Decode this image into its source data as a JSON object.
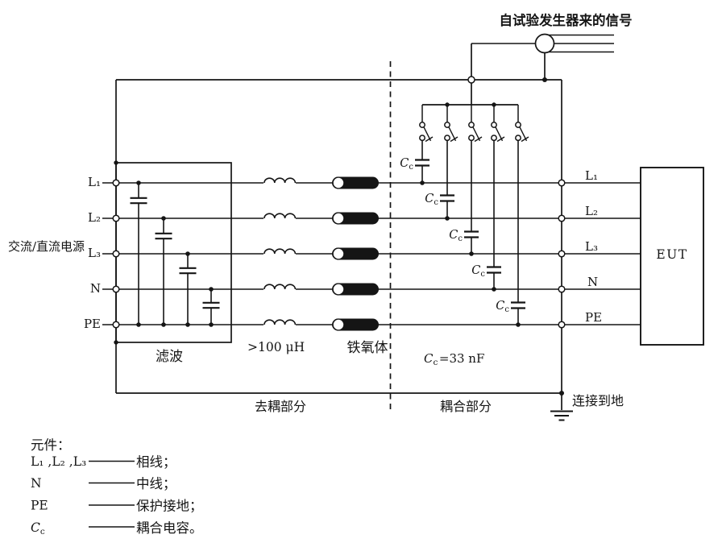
{
  "diagram": {
    "title": "自试验发生器来的信号",
    "source_label": "交流/直流电源",
    "line_labels": [
      "L₁",
      "L₂",
      "L₃",
      "N",
      "PE"
    ],
    "filter_label": "滤波",
    "inductance_label": ">100 μH",
    "ferrite_label": "铁氧体",
    "cc_symbol": {
      "base": "C",
      "sub": "c"
    },
    "cc_value_rest": "=33 nF",
    "decoupling_label": "去耦部分",
    "coupling_label": "耦合部分",
    "ground_label": "连接到地",
    "eut_label": "EUT"
  },
  "legend": {
    "title": "元件：",
    "rows": [
      {
        "term": "L₁ ,L₂ ,L₃",
        "definition": "相线；"
      },
      {
        "term": "N",
        "definition": "中线；"
      },
      {
        "term": "PE",
        "definition": "保护接地；"
      },
      {
        "term_base": "C",
        "term_sub": "c",
        "definition": "耦合电容。"
      }
    ]
  },
  "colors": {
    "ink": "#151515",
    "background": "#ffffff"
  }
}
